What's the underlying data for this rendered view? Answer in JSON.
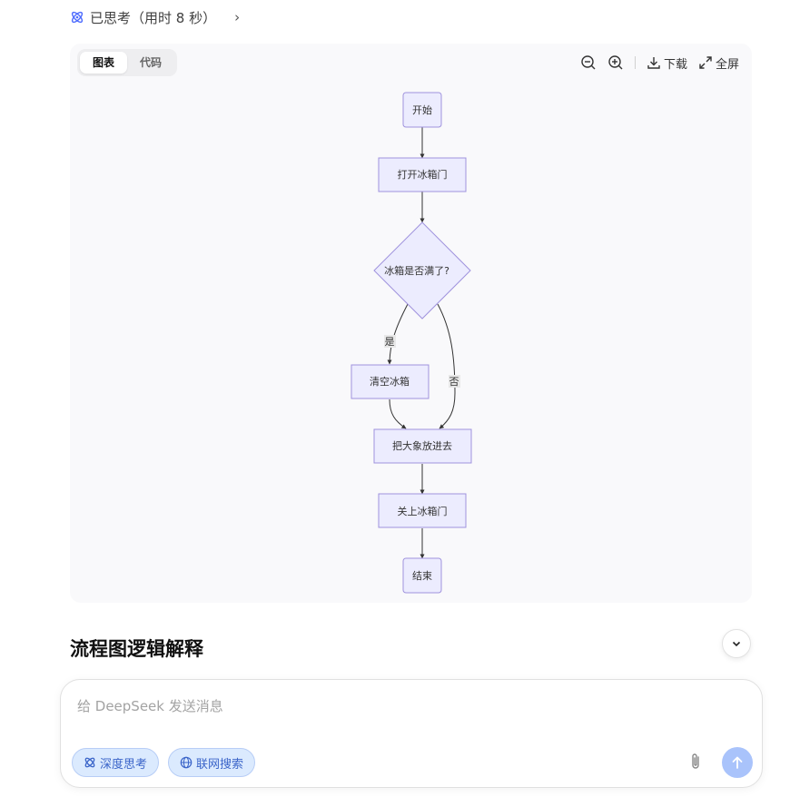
{
  "thinking": {
    "label": "已思考（用时 8 秒）",
    "icon": "atom-icon"
  },
  "panel": {
    "tabs": [
      {
        "label": "图表",
        "active": true
      },
      {
        "label": "代码",
        "active": false
      }
    ],
    "toolbar": {
      "download_label": "下载",
      "fullscreen_label": "全屏"
    }
  },
  "flowchart": {
    "nodes": {
      "start": "开始",
      "open": "打开冰箱门",
      "decision": "冰箱是否满了?",
      "clear": "清空冰箱",
      "put": "把大象放进去",
      "close": "关上冰箱门",
      "end": "结束"
    },
    "edges": {
      "yes": "是",
      "no": "否"
    }
  },
  "section_heading": "流程图逻辑解释",
  "composer": {
    "placeholder": "给 DeepSeek 发送消息",
    "deep_think_label": "深度思考",
    "web_search_label": "联网搜索"
  },
  "colors": {
    "node_fill": "#ececfe",
    "node_stroke": "#9f92dd",
    "accent": "#4d6bfe",
    "pill_bg": "#dbeafe",
    "send_bg": "#a9c3fb"
  }
}
